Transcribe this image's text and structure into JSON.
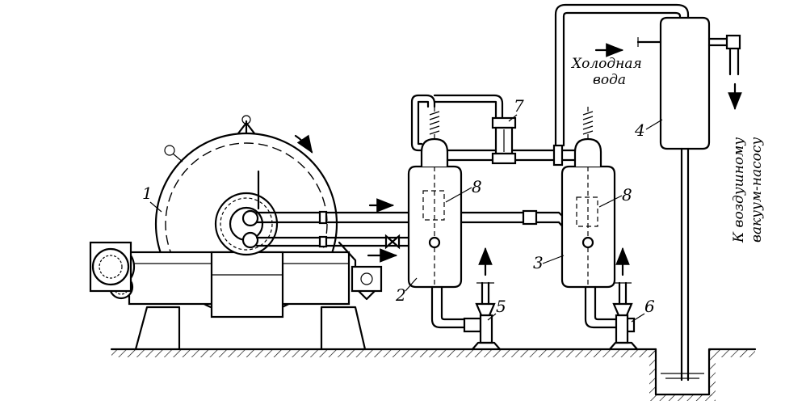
{
  "labels": {
    "drum_filter": "1",
    "receiver_2": "2",
    "receiver_3": "3",
    "condenser": "4",
    "pump_5": "5",
    "pump_6": "6",
    "sight_glass": "7",
    "float_left": "8",
    "float_right": "8"
  },
  "texts": {
    "cold_water_line1": "Холодная",
    "cold_water_line2": "вода",
    "vacuum_line1": "К воздушному",
    "vacuum_line2": "вакуум-насосу"
  }
}
